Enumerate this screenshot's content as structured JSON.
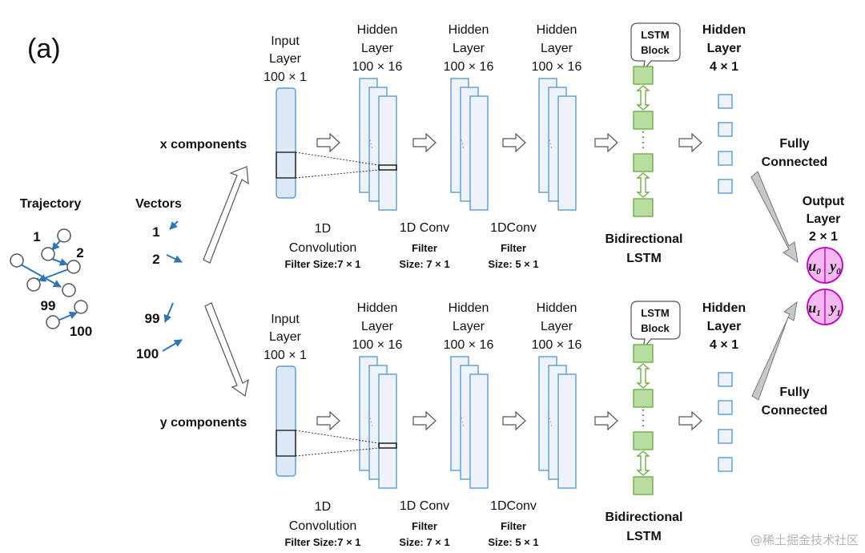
{
  "panel_label": "(a)",
  "trajectory": {
    "title": "Trajectory",
    "point_labels": [
      "1",
      "2",
      "99",
      "100"
    ]
  },
  "vectors": {
    "title": "Vectors",
    "labels": [
      "1",
      "2",
      "99",
      "100"
    ]
  },
  "branches": [
    {
      "component_label": "x components",
      "input_layer": {
        "line1": "Input",
        "line2": "Layer",
        "size": "100 × 1"
      },
      "hidden_layers": [
        {
          "line1": "Hidden",
          "line2": "Layer",
          "size": "100 × 16"
        },
        {
          "line1": "Hidden",
          "line2": "Layer",
          "size": "100 × 16"
        },
        {
          "line1": "Hidden",
          "line2": "Layer",
          "size": "100 × 16"
        }
      ],
      "conv_labels": [
        {
          "line1": "1D",
          "line2": "Convolution",
          "line3": "Filter Size:7 × 1"
        },
        {
          "line1": "1D Conv",
          "line2": "Filter",
          "line3": "Size: 7 × 1"
        },
        {
          "line1": "1DConv",
          "line2": "Filter",
          "line3": "Size: 5 × 1"
        }
      ],
      "lstm": {
        "callout_line1": "LSTM",
        "callout_line2": "Block",
        "label_line1": "Bidirectional",
        "label_line2": "LSTM"
      },
      "hidden_output": {
        "line1": "Hidden",
        "line2": "Layer",
        "size": "4 × 1"
      },
      "fully_connected": {
        "line1": "Fully",
        "line2": "Connected"
      }
    },
    {
      "component_label": "y components",
      "input_layer": {
        "line1": "Input",
        "line2": "Layer",
        "size": "100 × 1"
      },
      "hidden_layers": [
        {
          "line1": "Hidden",
          "line2": "Layer",
          "size": "100 × 16"
        },
        {
          "line1": "Hidden",
          "line2": "Layer",
          "size": "100 × 16"
        },
        {
          "line1": "Hidden",
          "line2": "Layer",
          "size": "100 × 16"
        }
      ],
      "conv_labels": [
        {
          "line1": "1D",
          "line2": "Convolution",
          "line3": "Filter Size:7 × 1"
        },
        {
          "line1": "1D Conv",
          "line2": "Filter",
          "line3": "Size: 7 × 1"
        },
        {
          "line1": "1DConv",
          "line2": "Filter",
          "line3": "Size: 5 × 1"
        }
      ],
      "lstm": {
        "callout_line1": "LSTM",
        "callout_line2": "Block",
        "label_line1": "Bidirectional",
        "label_line2": "LSTM"
      },
      "hidden_output": {
        "line1": "Hidden",
        "line2": "Layer",
        "size": "4 × 1"
      },
      "fully_connected": {
        "line1": "Fully",
        "line2": "Connected"
      }
    }
  ],
  "output_layer": {
    "line1": "Output",
    "line2": "Layer",
    "size": "2 × 1",
    "nodes": [
      {
        "left_var": "u",
        "left_sub": "0",
        "right_var": "y",
        "right_sub": "0"
      },
      {
        "left_var": "u",
        "left_sub": "1",
        "right_var": "y",
        "right_sub": "1"
      }
    ]
  },
  "watermark": "@稀土掘金技术社区",
  "colors": {
    "input_fill": "#dce9f6",
    "layer_stroke": "#5b9bd5",
    "hidden_fill": "#eef3fa",
    "lstm_fill": "#b7dda0",
    "lstm_stroke": "#70ad47",
    "output_fill": "#f5b8f0",
    "output_stroke": "#c000c0",
    "vector_arrow": "#2e75b6",
    "gray_arrow": "#c8c8c8"
  }
}
